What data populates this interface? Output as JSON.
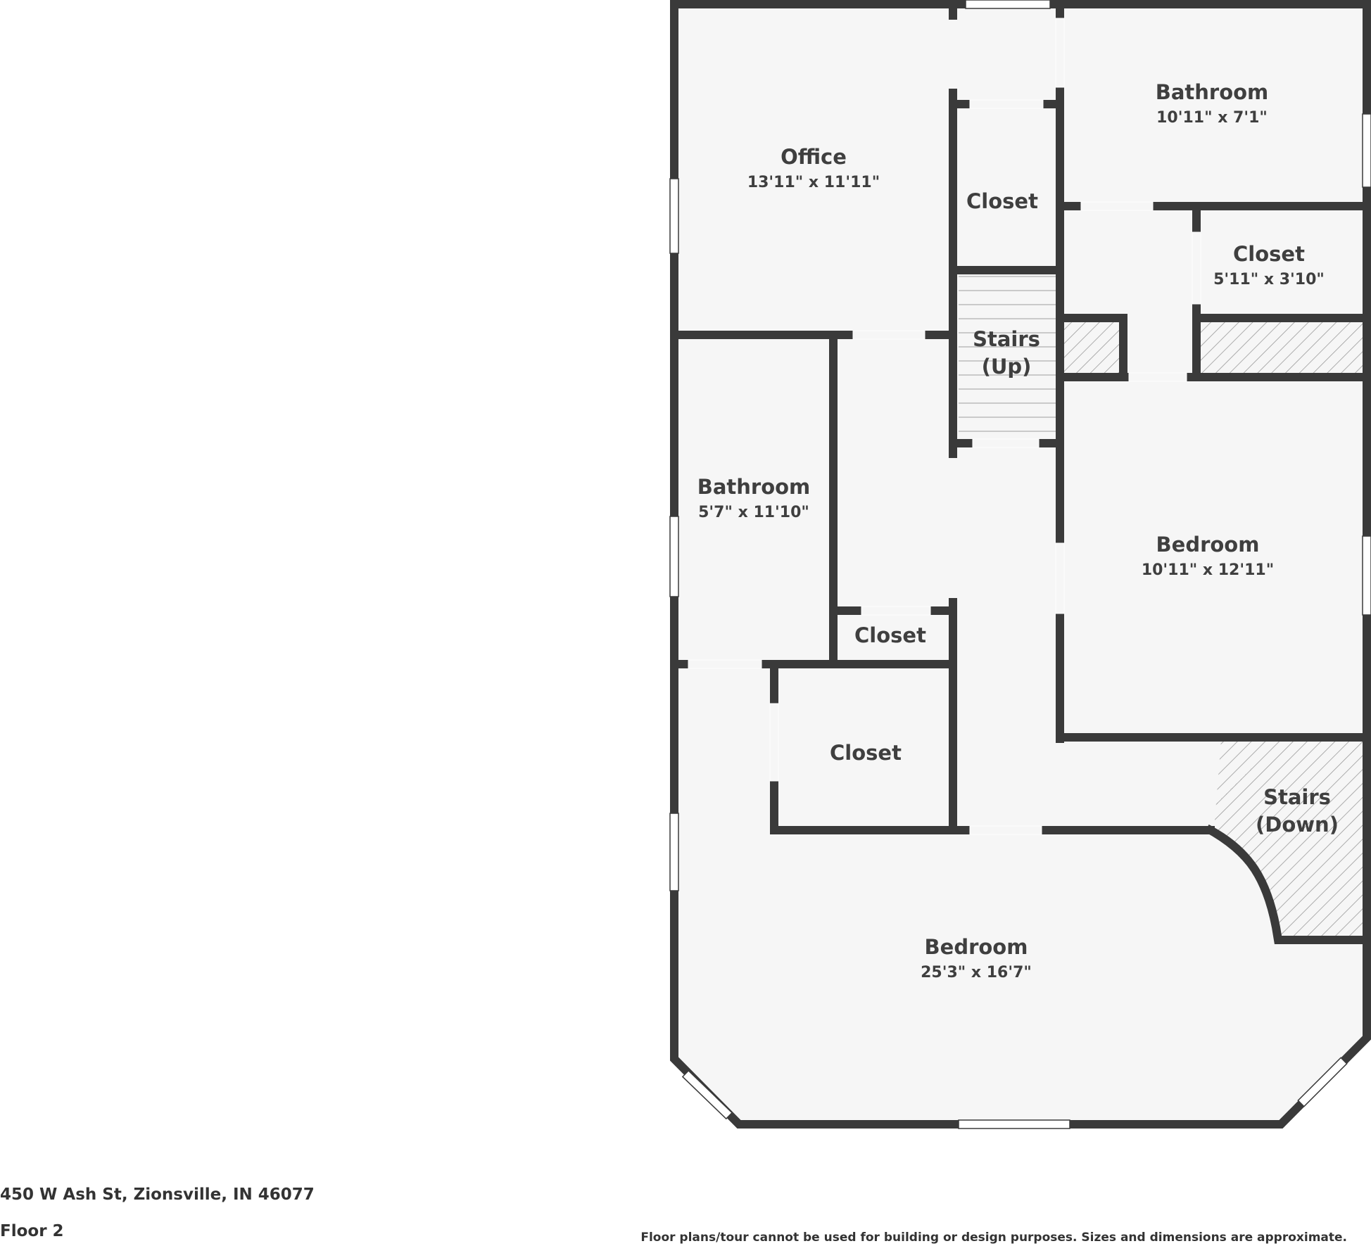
{
  "colors": {
    "wall": "#3a3a3a",
    "floor": "#f6f6f6",
    "window": "#ffffff",
    "stair_line": "#bbbbbb",
    "hatch": "#9a9a9a",
    "text": "#3f3f3f"
  },
  "rooms": {
    "office": {
      "name": "Office",
      "dims": "13'11\" x 11'11\""
    },
    "bath_top": {
      "name": "Bathroom",
      "dims": "10'11\" x 7'1\""
    },
    "closet_top": {
      "name": "Closet",
      "dims": ""
    },
    "closet_right": {
      "name": "Closet",
      "dims": "5'11\" x 3'10\""
    },
    "stairs_up": {
      "name1": "Stairs",
      "name2": "(Up)"
    },
    "bath_left": {
      "name": "Bathroom",
      "dims": "5'7\" x 11'10\""
    },
    "bedroom_right": {
      "name": "Bedroom",
      "dims": "10'11\" x 12'11\""
    },
    "closet_small": {
      "name": "Closet",
      "dims": ""
    },
    "closet_mid": {
      "name": "Closet",
      "dims": ""
    },
    "stairs_down": {
      "name1": "Stairs",
      "name2": "(Down)"
    },
    "bedroom_main": {
      "name": "Bedroom",
      "dims": "25'3\" x 16'7\""
    }
  },
  "footer": {
    "address": "450 W Ash St, Zionsville, IN 46077",
    "floor": "Floor 2",
    "disclaimer": "Floor plans/tour cannot be used for building or design purposes. Sizes and dimensions are approximate."
  }
}
